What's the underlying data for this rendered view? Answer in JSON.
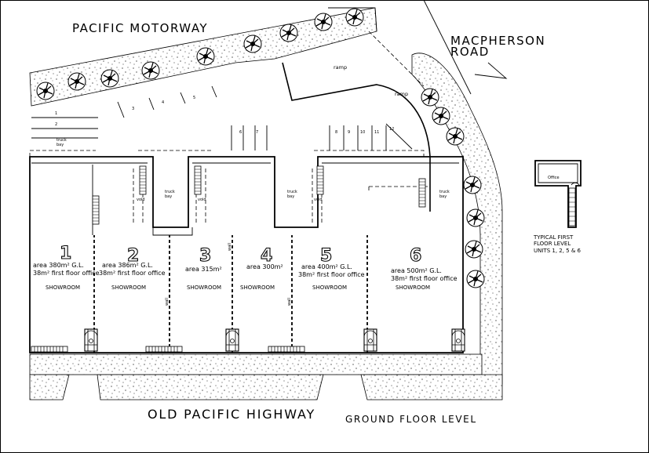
{
  "roads": {
    "pacific_motorway": "PACIFIC MOTORWAY",
    "macpherson_line1": "MACPHERSON",
    "macpherson_line2": "ROAD",
    "old_pacific_highway": "OLD PACIFIC HIGHWAY"
  },
  "level_title": "GROUND FLOOR LEVEL",
  "units": [
    {
      "number": "1",
      "area": "area 380m² G.L.",
      "office": "38m² first floor office",
      "use": "SHOWROOM"
    },
    {
      "number": "2",
      "area": "area 386m² G.L.",
      "office": "38m² first floor office",
      "use": "SHOWROOM"
    },
    {
      "number": "3",
      "area": "area 315m²",
      "office": "",
      "use": "SHOWROOM"
    },
    {
      "number": "4",
      "area": "area 300m²",
      "office": "",
      "use": "SHOWROOM"
    },
    {
      "number": "5",
      "area": "area 400m² G.L.",
      "office": "38m² first floor office",
      "use": "SHOWROOM"
    },
    {
      "number": "6",
      "area": "area 500m² G.L.",
      "office": "38m² first floor office",
      "use": "SHOWROOM"
    }
  ],
  "labels": {
    "ramp": "ramp",
    "truck_bay_line1": "truck",
    "truck_bay_line2": "bay",
    "void": "void",
    "office": "Office",
    "wall_label": "wall"
  },
  "parking_numbers": [
    "1",
    "2",
    "3",
    "4",
    "5",
    "6",
    "7",
    "8",
    "9",
    "10",
    "11",
    "12"
  ],
  "first_floor": {
    "line1": "TYPICAL FIRST",
    "line2": "FLOOR LEVEL",
    "line3": "UNITS 1, 2, 5 & 6"
  }
}
